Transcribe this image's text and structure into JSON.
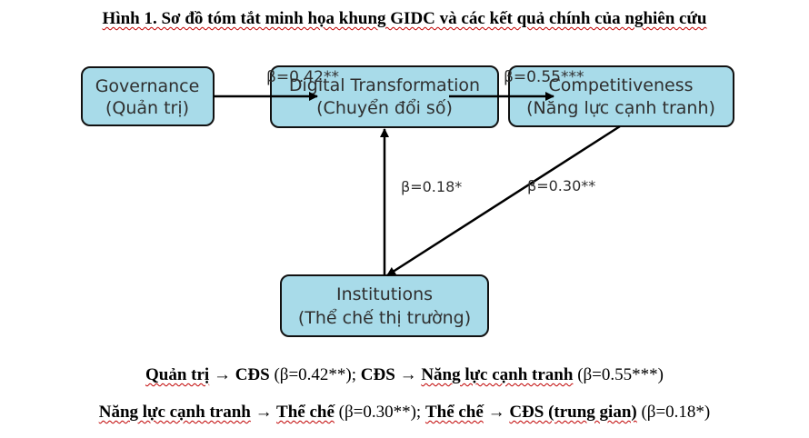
{
  "figure": {
    "title": "Hình 1. Sơ đồ tóm tắt minh họa khung GIDC và các kết quả chính của nghiên cứu"
  },
  "nodes": {
    "governance": {
      "line1": "Governance",
      "line2": "(Quản trị)"
    },
    "digital": {
      "line1": "Digital Transformation",
      "line2": "(Chuyển đổi số)"
    },
    "competitiveness": {
      "line1": "Competitiveness",
      "line2": "(Năng lực cạnh tranh)"
    },
    "institutions": {
      "line1": "Institutions",
      "line2": "(Thể chế thị trường)"
    }
  },
  "edges": {
    "gov_to_digital": "β=0.42**",
    "digital_to_comp": "β=0.55***",
    "inst_to_digital": "β=0.18*",
    "comp_to_inst": "β=0.30**"
  },
  "caption": {
    "line1": {
      "a": "Quản trị",
      "arrow1": " → ",
      "b": "CĐS",
      "c": " (β=0.42**); ",
      "d": "CĐS",
      "arrow2": " → ",
      "e": "Năng lực cạnh tranh",
      "f": " (β=0.55***)"
    },
    "line2": {
      "a": "Năng lực cạnh tranh",
      "arrow1": " → ",
      "b": "Thể chế",
      "c": " (β=0.30**); ",
      "d": "Thể chế",
      "arrow2": " → ",
      "e": "CĐS (trung gian)",
      "f": " (β=0.18*)"
    }
  },
  "colors": {
    "node_fill": "#a8dbe9",
    "node_stroke": "#111111",
    "arrow": "#000000",
    "spellcheck_underline": "#c00000"
  }
}
